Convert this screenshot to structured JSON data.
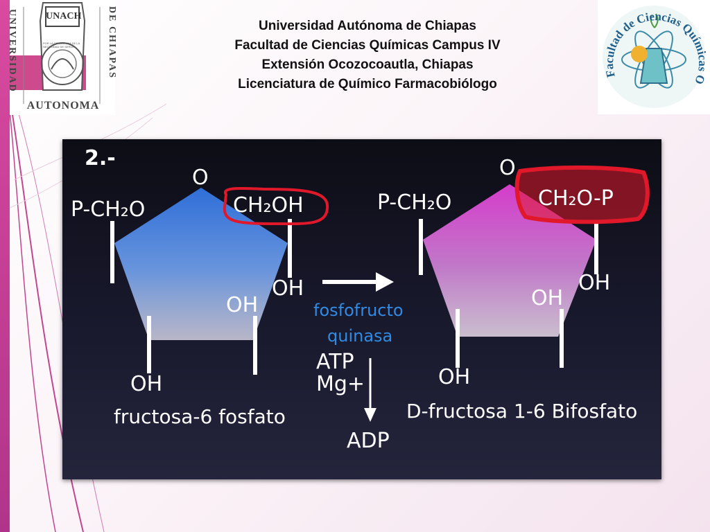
{
  "header": {
    "line1": "Universidad Autónoma de Chiapas",
    "line2": "Facultad de Ciencias Químicas Campus IV",
    "line3": "Extensión Ocozocoautla, Chiapas",
    "line4": "Licenciatura de Químico Farmacobiólogo"
  },
  "logo_left": {
    "acronym": "UNACH",
    "side_left": "UNIVERSIDAD",
    "side_right": "DE CHIAPAS",
    "bottom": "AUTONOMA",
    "motto": "POR LA CONCIENCIA DE LA NECESIDAD DE SERVIR"
  },
  "logo_right": {
    "ring_text": "Facultad de Ciencias Químicas Ocozocoautla"
  },
  "diagram": {
    "step_label": "2.-",
    "left": {
      "top_o": "O",
      "left_group": "P-CH₂O",
      "right_group": "CH₂OH",
      "right_oh": "OH",
      "inner_oh": "OH",
      "bottom_oh": "OH",
      "name": "fructosa-6 fosfato"
    },
    "enzyme_line1": "fosfofructo",
    "enzyme_line2": "quinasa",
    "cofactor1": "ATP",
    "cofactor2": "Mg+",
    "product_byproduct": "ADP",
    "right": {
      "top_o": "O",
      "left_group": "P-CH₂O",
      "right_group": "CH₂O-P",
      "right_oh": "OH",
      "inner_oh": "OH",
      "bottom_oh": "OH",
      "name": "D-fructosa 1-6 Bifosfato"
    },
    "colors": {
      "left_ring": "#2f72d8",
      "right_ring": "#d24ec8",
      "highlight": "#e0182a",
      "enzyme_text": "#2f8be3"
    }
  }
}
